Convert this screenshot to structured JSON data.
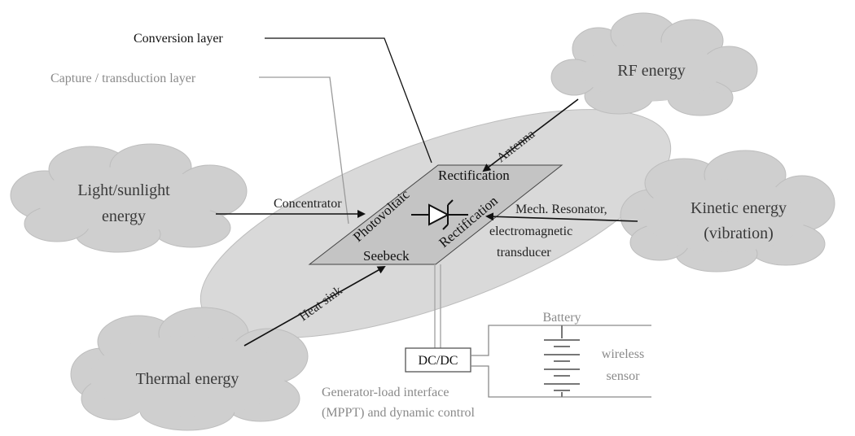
{
  "layers": {
    "conversion": "Conversion layer",
    "capture": "Capture / transduction layer"
  },
  "sources": {
    "rf": "RF energy",
    "light_line1": "Light/sunlight",
    "light_line2": "energy",
    "kinetic_line1": "Kinetic energy",
    "kinetic_line2": "(vibration)",
    "thermal": "Thermal energy"
  },
  "transducers": {
    "antenna": "Antenna",
    "concentrator": "Concentrator",
    "mech_line1": "Mech. Resonator,",
    "mech_line2": "electromagnetic",
    "mech_line3": "transducer",
    "heat_sink": "Heat sink"
  },
  "tile": {
    "rectification_top": "Rectification",
    "photovoltaic": "Photovoltaic",
    "rectification_side": "Rectification",
    "seebeck": "Seebeck"
  },
  "output": {
    "dcdc": "DC/DC",
    "battery": "Battery",
    "sensor_line1": "wireless",
    "sensor_line2": "sensor",
    "interface_line1": "Generator-load interface",
    "interface_line2": "(MPPT) and dynamic control"
  },
  "colors": {
    "ellipse": "#d9d9d9",
    "cloud": "#cfcfcf",
    "tile": "#c4c4c4",
    "line": "#111111",
    "gray_text": "#8a8a8a"
  }
}
